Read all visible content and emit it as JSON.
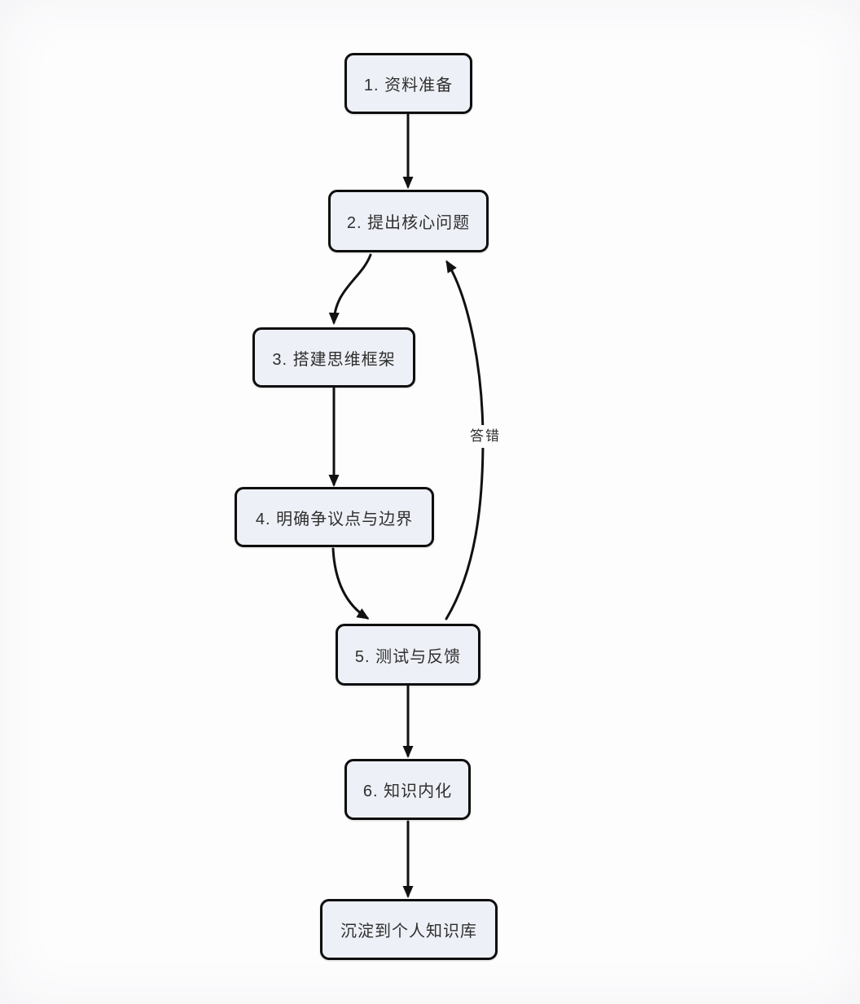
{
  "diagram": {
    "type": "flowchart",
    "direction": "top-down",
    "nodes": [
      {
        "id": "step-1",
        "label": "1. 资料准备"
      },
      {
        "id": "step-2",
        "label": "2. 提出核心问题"
      },
      {
        "id": "step-3",
        "label": "3. 搭建思维框架"
      },
      {
        "id": "step-4",
        "label": "4. 明确争议点与边界"
      },
      {
        "id": "step-5",
        "label": "5. 测试与反馈"
      },
      {
        "id": "step-6",
        "label": "6. 知识内化"
      },
      {
        "id": "step-7",
        "label": "沉淀到个人知识库"
      }
    ],
    "edges": [
      {
        "from": "step-1",
        "to": "step-2",
        "label": ""
      },
      {
        "from": "step-2",
        "to": "step-3",
        "label": ""
      },
      {
        "from": "step-3",
        "to": "step-4",
        "label": ""
      },
      {
        "from": "step-4",
        "to": "step-5",
        "label": ""
      },
      {
        "from": "step-5",
        "to": "step-2",
        "label": "答错"
      },
      {
        "from": "step-5",
        "to": "step-6",
        "label": ""
      },
      {
        "from": "step-6",
        "to": "step-7",
        "label": ""
      }
    ],
    "colors": {
      "node_fill": "#eef0f7",
      "node_border": "#0e0e0e",
      "arrow": "#111111",
      "text": "#2f2f2f",
      "background": "#fdfdfe"
    }
  }
}
